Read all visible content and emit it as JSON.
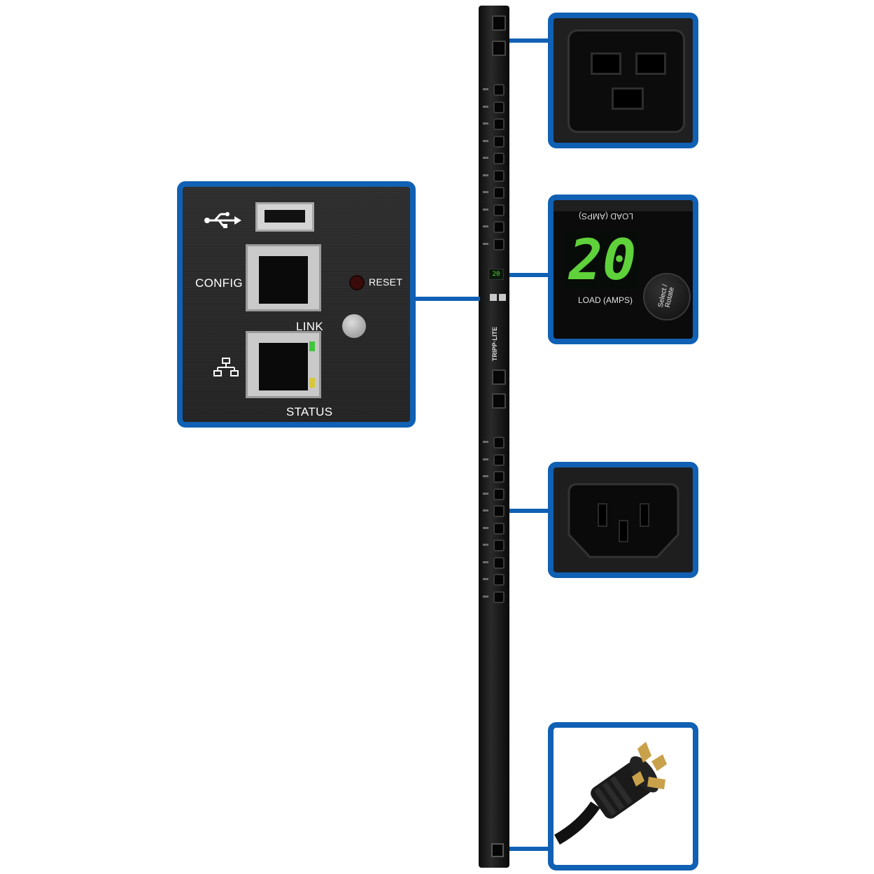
{
  "panel": {
    "config_label": "CONFIG",
    "reset_label": "RESET",
    "link_label": "LINK",
    "status_label": "STATUS"
  },
  "display": {
    "top_label_mirrored": "LOAD (AMPS)",
    "value": "20",
    "bottom_label": "LOAD (AMPS)",
    "button_label": "Select / Rotate",
    "digit_color": "#5fd13a"
  },
  "strip": {
    "brand": "TRIPP·LITE",
    "mini_display": "20"
  },
  "colors": {
    "callout_border": "#1060b4",
    "background": "#ffffff"
  },
  "icons": {
    "usb": "usb-icon",
    "network": "network-icon"
  }
}
